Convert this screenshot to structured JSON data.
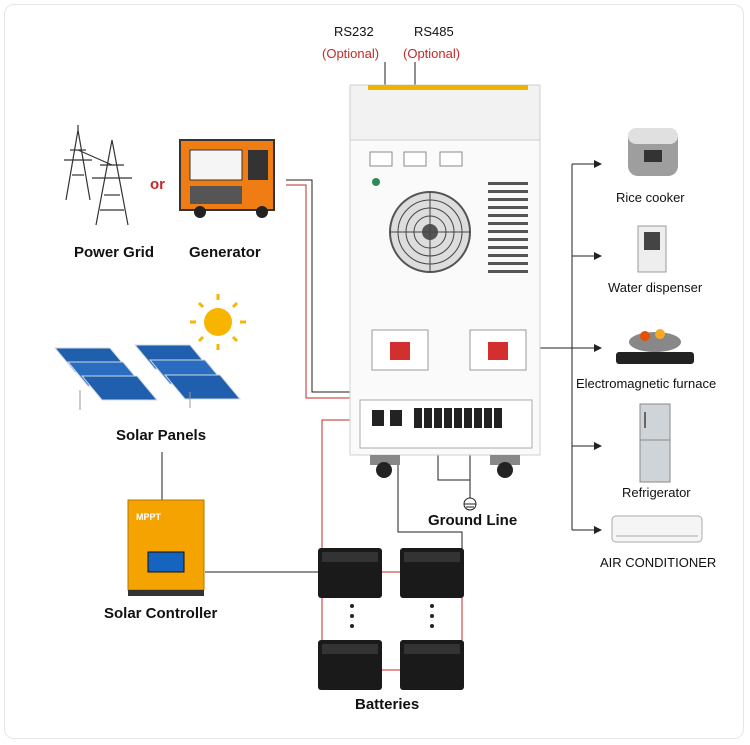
{
  "ports": {
    "rs232": "RS232",
    "rs232_note": "(Optional)",
    "rs485": "RS485",
    "rs485_note": "(Optional)"
  },
  "sources": {
    "or": "or",
    "power_grid": "Power Grid",
    "generator": "Generator",
    "solar_panels": "Solar Panels",
    "solar_controller": "Solar Controller",
    "controller_screen": "MPPT"
  },
  "system": {
    "ground_line": "Ground Line",
    "batteries": "Batteries"
  },
  "loads": [
    {
      "label": "Rice cooker",
      "icon": "rice-cooker-icon"
    },
    {
      "label": "Water dispenser",
      "icon": "water-dispenser-icon"
    },
    {
      "label": "Electromagnetic furnace",
      "icon": "induction-cooker-icon"
    },
    {
      "label": "Refrigerator",
      "icon": "refrigerator-icon"
    },
    {
      "label": "AIR CONDITIONER",
      "icon": "air-conditioner-icon"
    }
  ],
  "colors": {
    "wire_black": "#222222",
    "wire_red": "#c62828",
    "inverter_accent": "#f0b400",
    "controller_orange": "#f5a300",
    "generator_orange": "#ef7d14",
    "panel_blue": "#1f5fae"
  }
}
